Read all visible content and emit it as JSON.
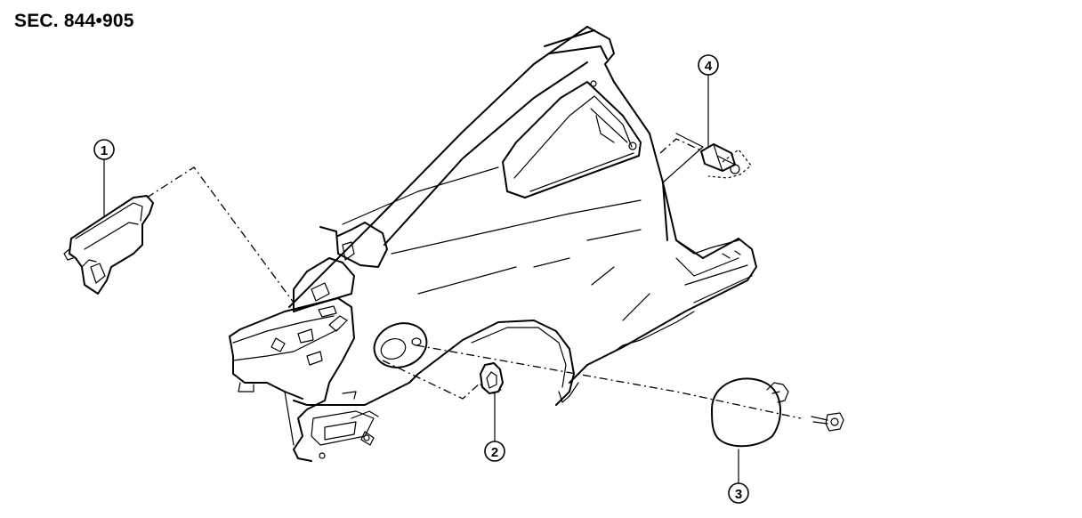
{
  "section_code": "SEC. 844•905",
  "callouts": [
    {
      "id": "1",
      "label": "1",
      "part": "inner-panel-bracket"
    },
    {
      "id": "2",
      "label": "2",
      "part": "grommet"
    },
    {
      "id": "3",
      "label": "3",
      "part": "fuel-filler-lid"
    },
    {
      "id": "4",
      "label": "4",
      "part": "lid-opener-actuator"
    }
  ]
}
